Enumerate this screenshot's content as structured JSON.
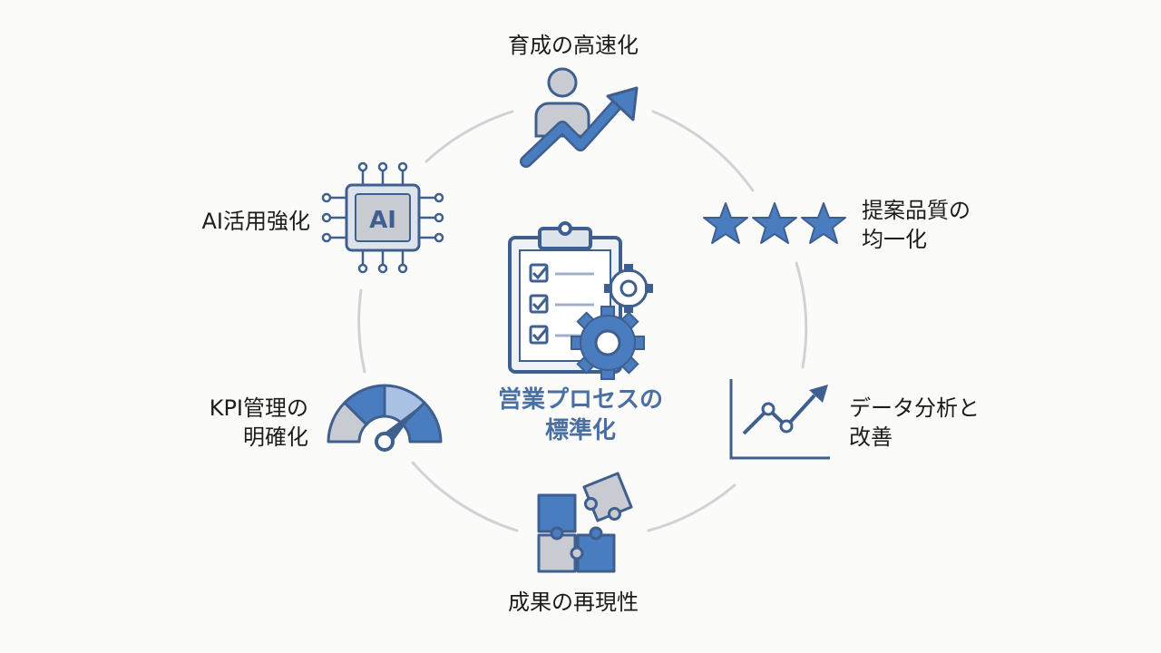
{
  "center": {
    "lines": [
      "営業プロセスの",
      "標準化"
    ]
  },
  "nodes": {
    "top": {
      "icon": "person-growth-arrow-icon",
      "lines": [
        "育成の高速化"
      ]
    },
    "right_top": {
      "icon": "three-stars-icon",
      "lines": [
        "提案品質の",
        "均一化"
      ]
    },
    "right_bottom": {
      "icon": "line-chart-icon",
      "lines": [
        "データ分析と",
        "改善"
      ]
    },
    "bottom": {
      "icon": "puzzle-pieces-icon",
      "lines": [
        "成果の再現性"
      ]
    },
    "left_bottom": {
      "icon": "gauge-icon",
      "lines": [
        "KPI管理の",
        "明確化"
      ]
    },
    "left_top": {
      "icon": "ai-chip-icon",
      "lines": [
        "AI活用強化"
      ],
      "chip_text": "AI"
    }
  },
  "colors": {
    "accent": "#4a7cc0",
    "accent_light": "#a9c1e3",
    "outline": "#3f5f8f",
    "ring": "#cfd3d6",
    "grey_fill": "#c8ccd2"
  }
}
